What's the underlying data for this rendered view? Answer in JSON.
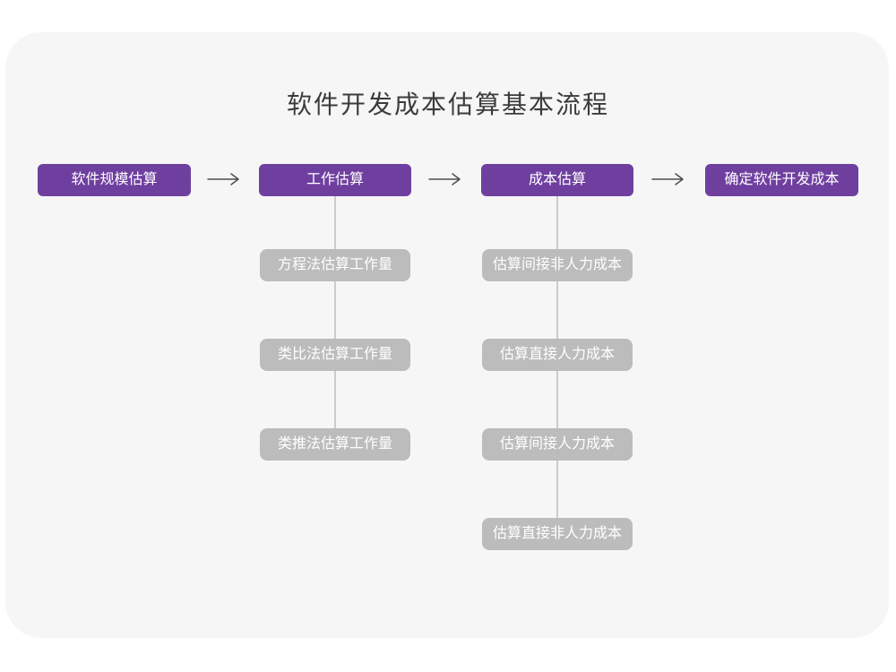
{
  "page": {
    "title": "软件开发成本估算基本流程"
  },
  "colors": {
    "page_bg": "#ffffff",
    "card_bg": "#f6f6f6",
    "accent_purple": "#6f3fa0",
    "box_gray": "#bcbcbc",
    "line_gray": "#cbcbcb",
    "arrow_gray": "#4d4d4d",
    "title_color": "#3b3b3b",
    "node_text": "#ffffff"
  },
  "flow": {
    "stages": [
      {
        "label": "软件规模估算"
      },
      {
        "label": "工作估算"
      },
      {
        "label": "成本估算"
      },
      {
        "label": "确定软件开发成本"
      }
    ],
    "work_substeps": [
      "方程法估算工作量",
      "类比法估算工作量",
      "类推法估算工作量"
    ],
    "cost_substeps": [
      "估算间接非人力成本",
      "估算直接人力成本",
      "估算间接人力成本",
      "估算直接非人力成本"
    ]
  }
}
